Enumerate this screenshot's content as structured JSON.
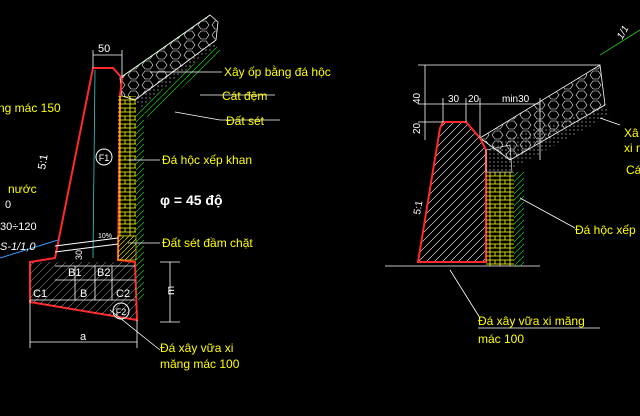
{
  "colors": {
    "background": "#000000",
    "wall_outline": "#ff2a2a",
    "label_text": "#ffff00",
    "dimension": "#ffffff",
    "masonry": "#ffff00",
    "ground": "#22aa22",
    "symbol": "#ffffff"
  },
  "left_detail": {
    "labels": {
      "facing": "Xây ốp bằng đá hộc",
      "bedding": "Cát đệm",
      "clay": "Đất sét",
      "dry_stone": "Đá hộc xếp khan",
      "phi": "φ = 45 độ",
      "compacted_clay": "Đất sét đầm chặt",
      "mortar_line1": "Đá xây vữa xi",
      "mortar_line2": "măng mác 100",
      "grade_partial": "ng mác 150",
      "water_partial": "nước",
      "zero_partial": "0",
      "range_partial": "30÷120",
      "slope_partial": "S-1/1,0",
      "water_pct": "10%"
    },
    "dims": {
      "top": "50",
      "slope_51": "5:1",
      "b1": "B1",
      "b2": "B2",
      "c1": "C1",
      "b": "B",
      "c2": "C2",
      "a": "a",
      "m": "m",
      "d30": "30"
    },
    "markers": {
      "f1": "F1",
      "f2": "F2"
    }
  },
  "right_detail": {
    "labels": {
      "face_partial": "Xâ",
      "xi_partial": "xi n",
      "ca_partial": "Cá",
      "dry_stone_partial": "Đá hộc xếp",
      "mortar_line1": "Đá xây vữa xi măng",
      "mortar_line2": "mác 100",
      "slope_partial": "1/1"
    },
    "dims": {
      "d40": "40",
      "d20": "20",
      "d30": "30",
      "d20b": "20",
      "min30": "min30",
      "slope_51": "5:1"
    }
  }
}
